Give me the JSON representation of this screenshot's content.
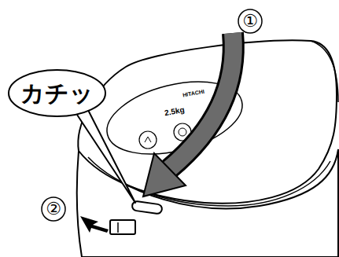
{
  "diagram": {
    "nodes": [
      {
        "text": [
          "カチッ"
        ]
      }
    ],
    "labels": [
      "①",
      "HITACHI",
      "2.5kg",
      "②"
    ]
  }
}
